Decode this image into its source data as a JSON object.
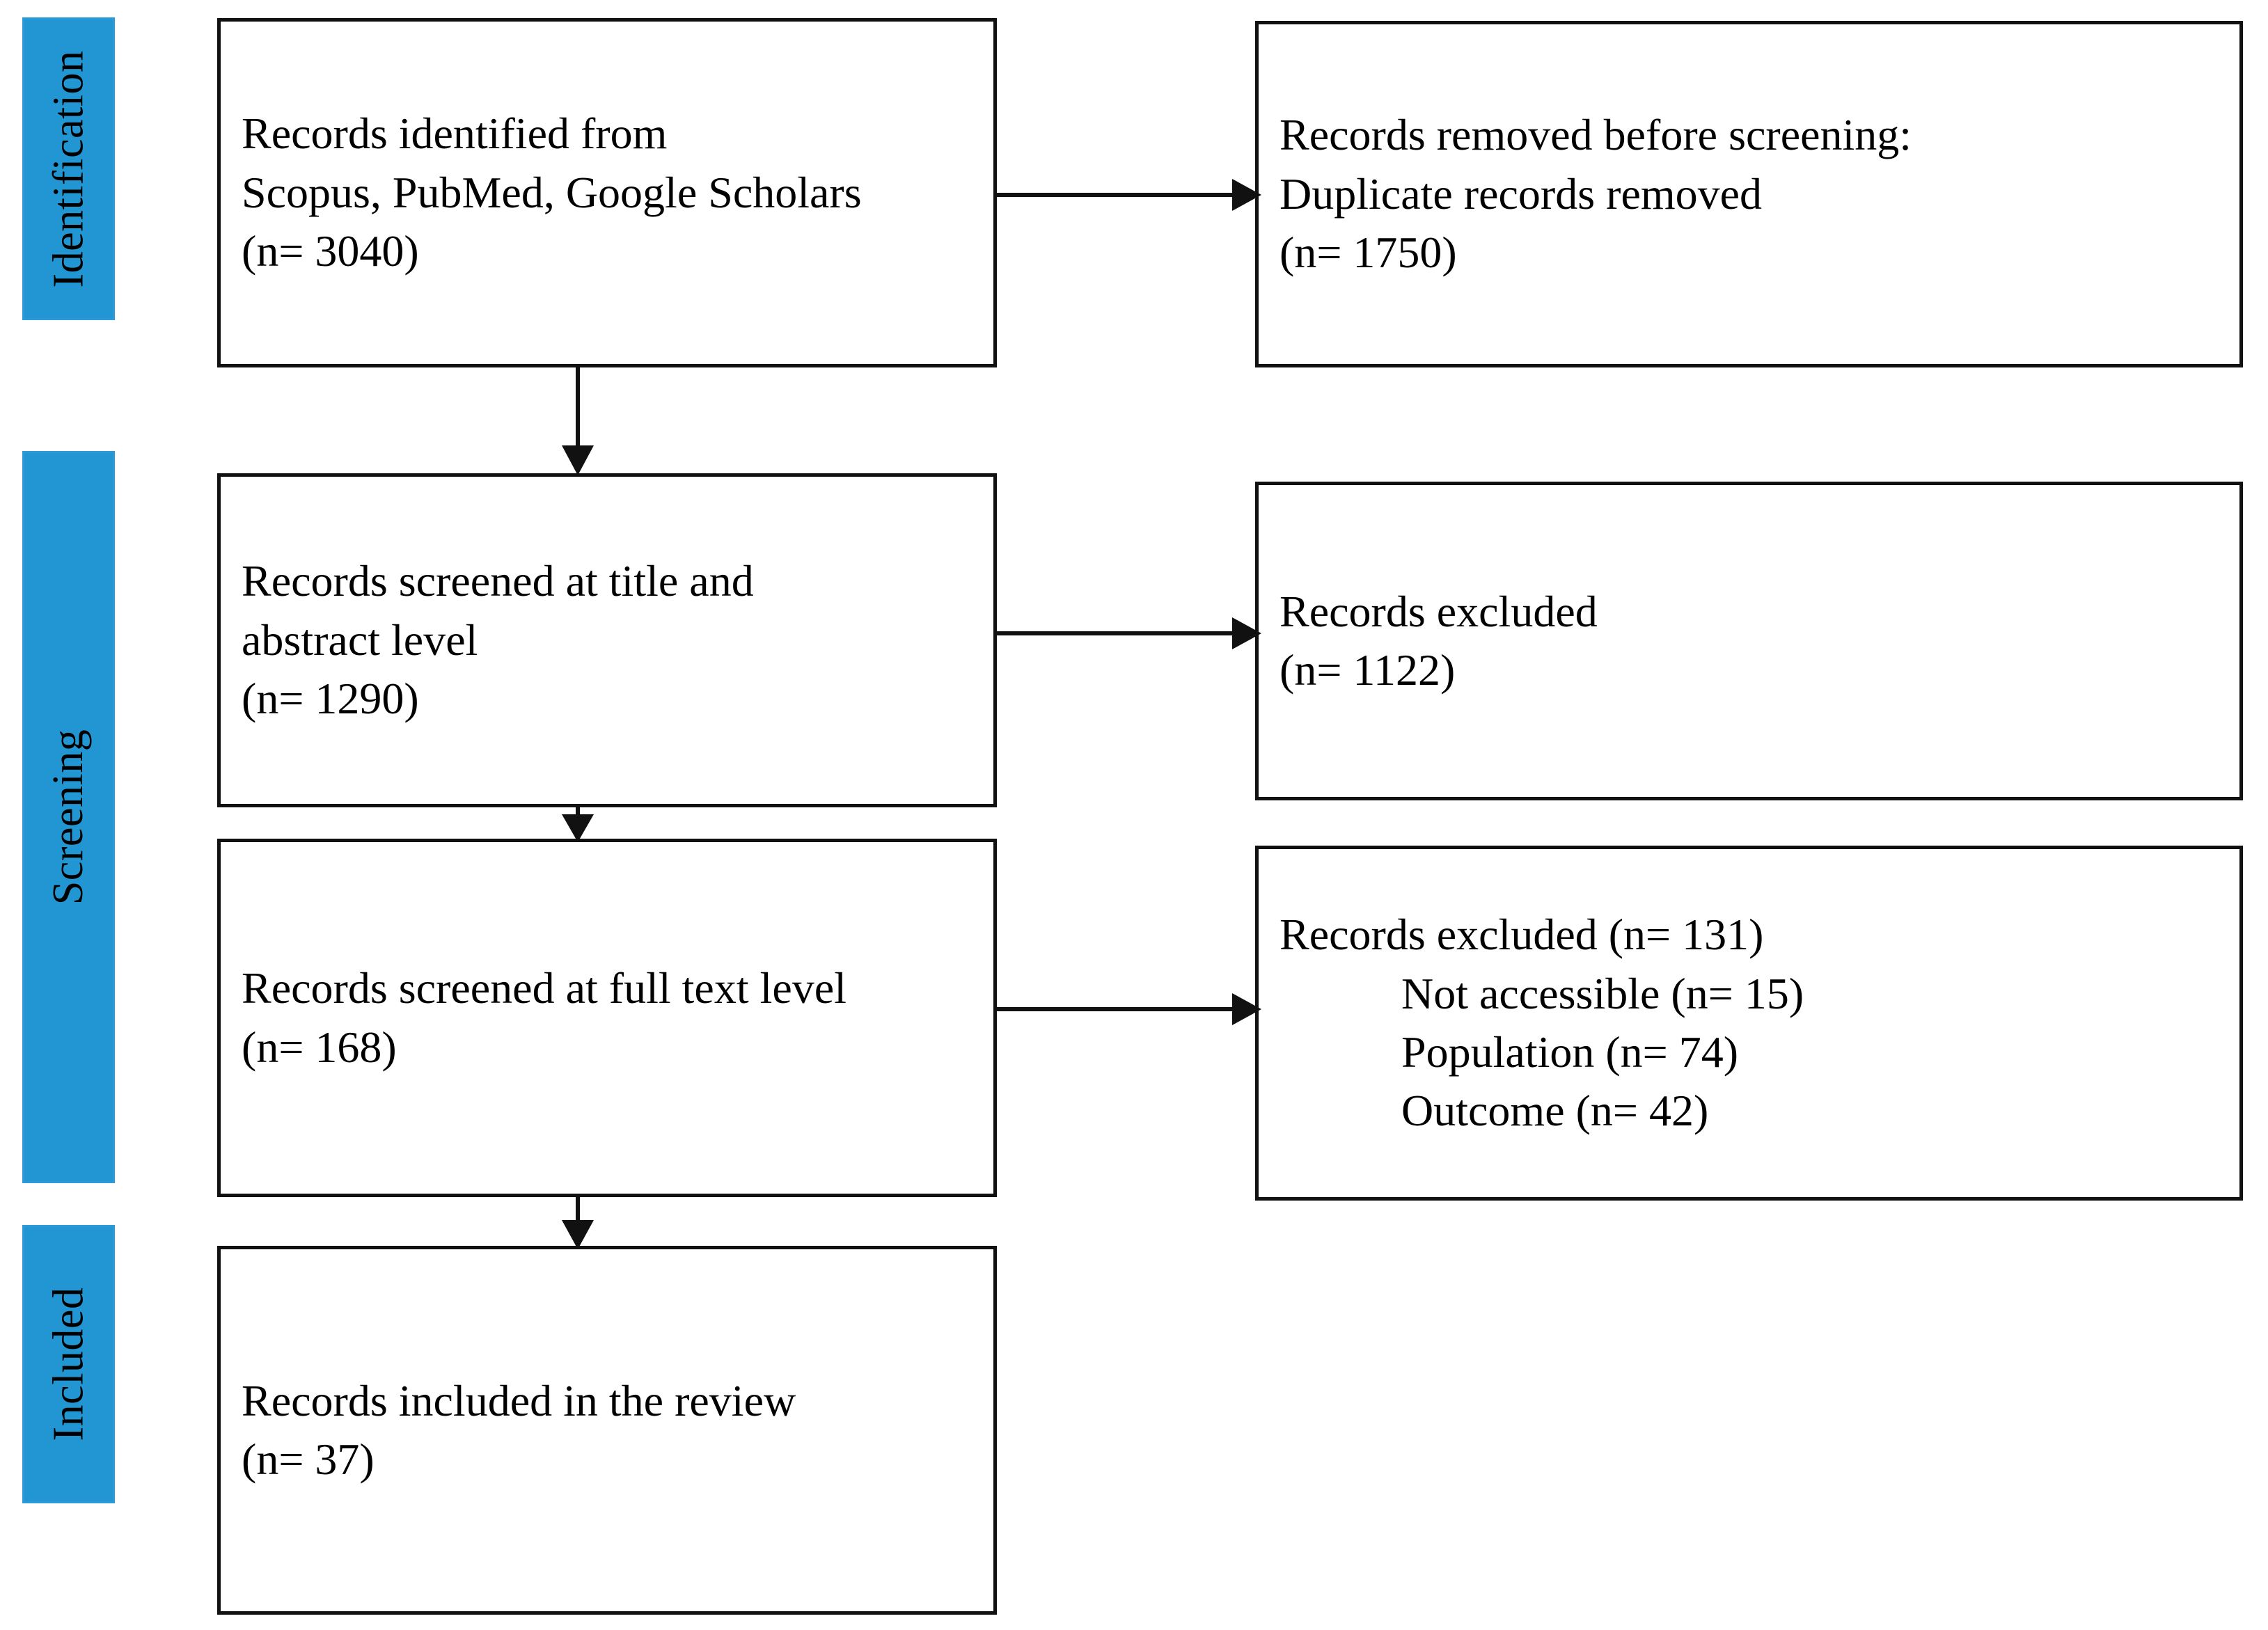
{
  "diagram": {
    "title": "PRISMA flow diagram",
    "accent_color": "#2196D3",
    "box_border_color": "#111111",
    "background_color": "#ffffff"
  },
  "stages": [
    {
      "id": "identification",
      "label": "Identification"
    },
    {
      "id": "screening",
      "label": "Screening"
    },
    {
      "id": "included",
      "label": "Included"
    }
  ],
  "boxes": {
    "identified": {
      "line1": "Records identified  from",
      "line2": "Scopus, PubMed, Google Scholars",
      "line3": "(n= 3040)"
    },
    "duplicates_removed": {
      "line1": "Records removed before screening:",
      "line2": "Duplicate records removed",
      "line3": "(n= 1750)"
    },
    "screened_title_abstract": {
      "line1": "Records screened at title and",
      "line2": "abstract level",
      "line3": "(n= 1290)"
    },
    "excluded_title_abstract": {
      "line1": "Records excluded",
      "line2": " (n= 1122)"
    },
    "screened_full_text": {
      "line1": "Records screened at full text level",
      "line2": "(n= 168)"
    },
    "excluded_full_text": {
      "line1": "Records excluded  (n= 131)",
      "line2": "Not accessible (n= 15)",
      "line3": "Population (n= 74)",
      "line4": "Outcome (n= 42)"
    },
    "included_review": {
      "line1": "Records included in the review",
      "line2": "(n= 37)"
    }
  },
  "chart_data": {
    "type": "diagram",
    "title": "PRISMA flow diagram",
    "nodes": [
      {
        "id": "identified",
        "stage": "Identification",
        "label": "Records identified from Scopus, PubMed, Google Scholars",
        "n": 3040
      },
      {
        "id": "duplicates_removed",
        "stage": "Identification",
        "label": "Records removed before screening: Duplicate records removed",
        "n": 1750
      },
      {
        "id": "screened_title_abstract",
        "stage": "Screening",
        "label": "Records screened at title and abstract level",
        "n": 1290
      },
      {
        "id": "excluded_title_abstract",
        "stage": "Screening",
        "label": "Records excluded",
        "n": 1122
      },
      {
        "id": "screened_full_text",
        "stage": "Screening",
        "label": "Records screened at full text level",
        "n": 168
      },
      {
        "id": "excluded_full_text",
        "stage": "Screening",
        "label": "Records excluded",
        "n": 131,
        "reasons": [
          {
            "label": "Not accessible",
            "n": 15
          },
          {
            "label": "Population",
            "n": 74
          },
          {
            "label": "Outcome",
            "n": 42
          }
        ]
      },
      {
        "id": "included_review",
        "stage": "Included",
        "label": "Records included in the review",
        "n": 37
      }
    ],
    "edges": [
      {
        "from": "identified",
        "to": "duplicates_removed",
        "direction": "right"
      },
      {
        "from": "identified",
        "to": "screened_title_abstract",
        "direction": "down"
      },
      {
        "from": "screened_title_abstract",
        "to": "excluded_title_abstract",
        "direction": "right"
      },
      {
        "from": "screened_title_abstract",
        "to": "screened_full_text",
        "direction": "down"
      },
      {
        "from": "screened_full_text",
        "to": "excluded_full_text",
        "direction": "right"
      },
      {
        "from": "screened_full_text",
        "to": "included_review",
        "direction": "down"
      }
    ]
  }
}
